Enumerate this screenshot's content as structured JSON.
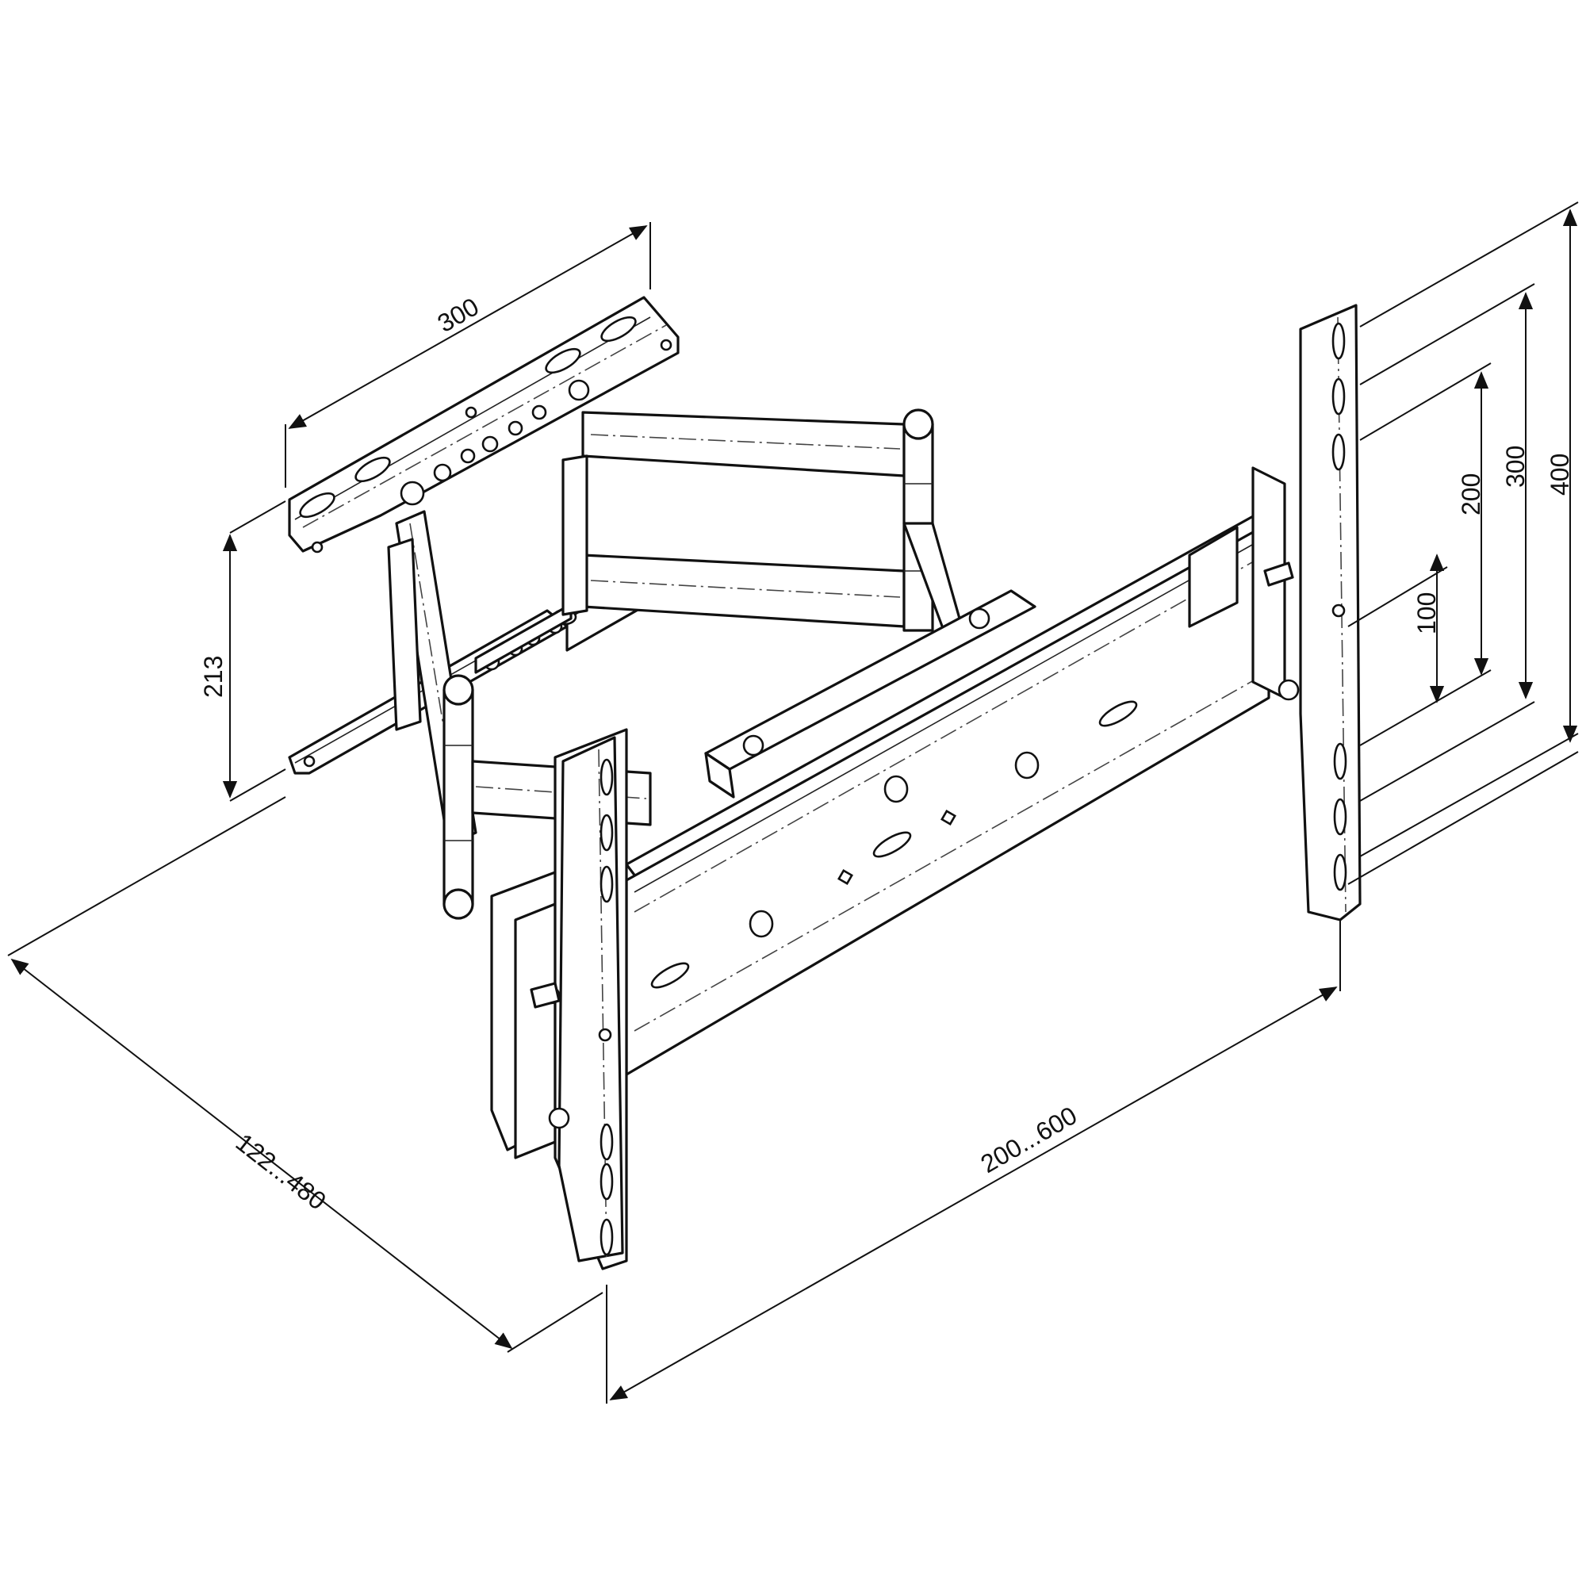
{
  "drawing": {
    "subject": "Full-motion TV wall mount bracket",
    "dimensions": {
      "wall_plate_width": "300",
      "wall_plate_height": "213",
      "arm_extension": "122...480",
      "horizontal_spacing": "200...600",
      "vertical_100": "100",
      "vertical_200": "200",
      "vertical_300": "300",
      "vertical_400": "400"
    }
  }
}
